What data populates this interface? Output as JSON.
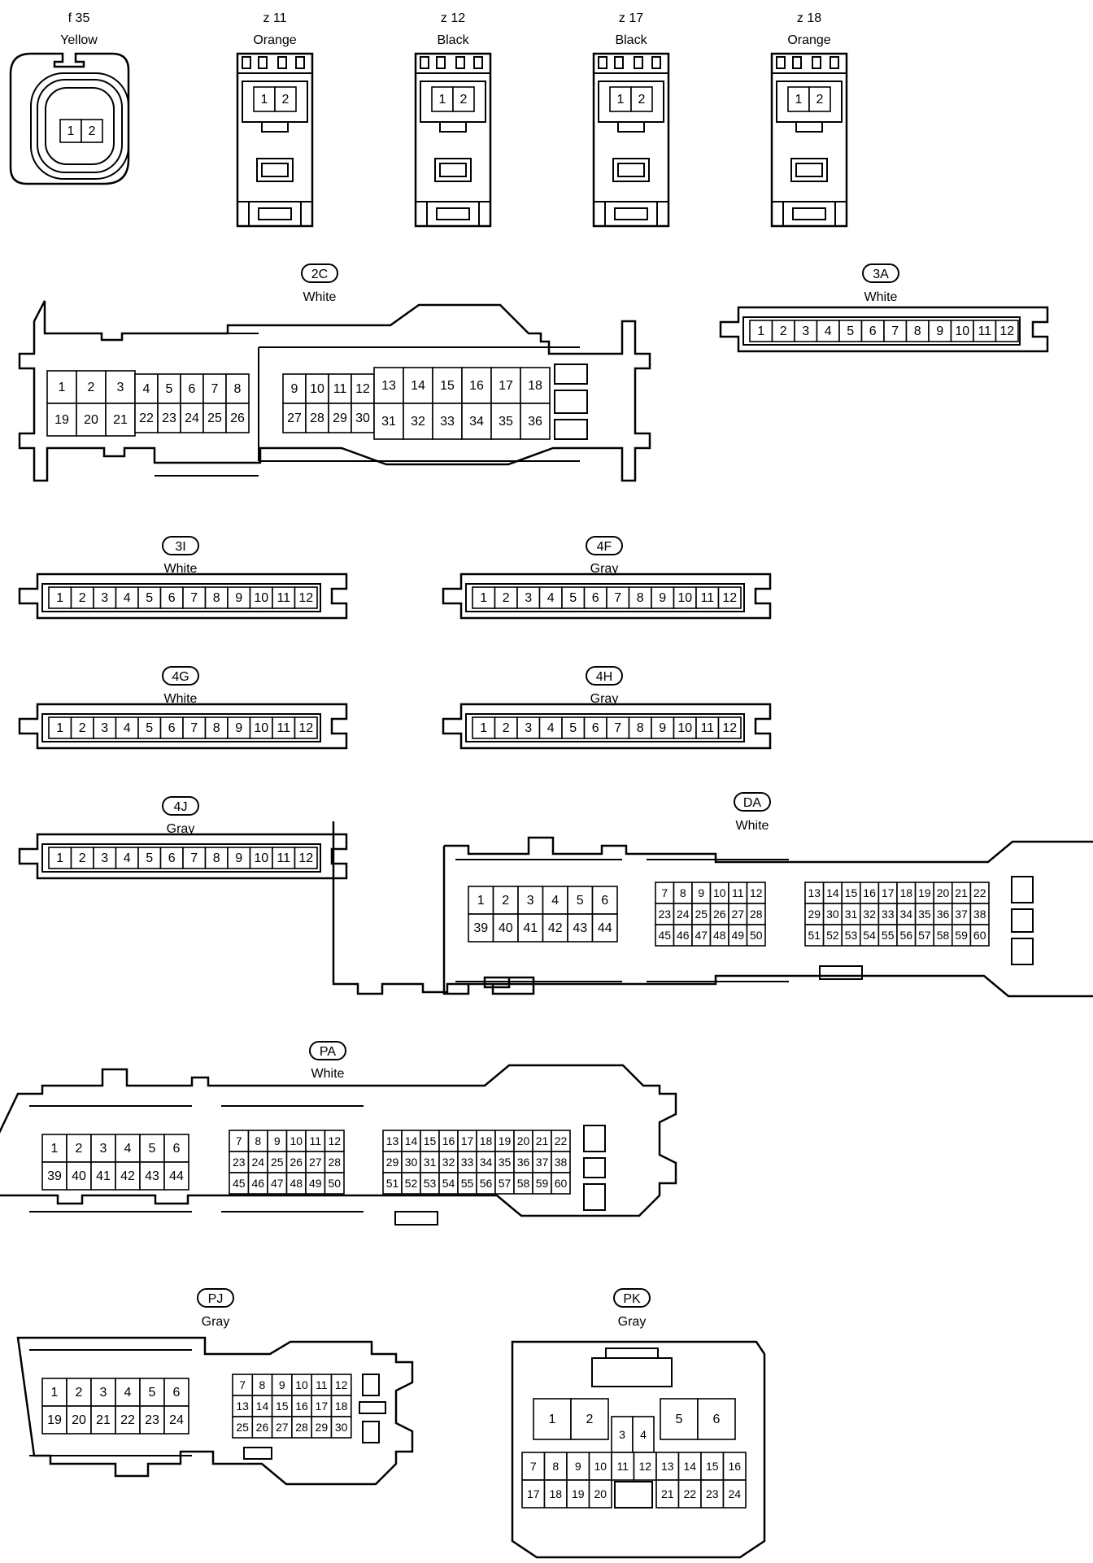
{
  "connectors": [
    {
      "code": "f 35",
      "color": "Yellow"
    },
    {
      "code": "z 11",
      "color": "Orange"
    },
    {
      "code": "z 12",
      "color": "Black"
    },
    {
      "code": "z 17",
      "color": "Black"
    },
    {
      "code": "z 18",
      "color": "Orange"
    },
    {
      "code": "2C",
      "color": "White"
    },
    {
      "code": "3A",
      "color": "White"
    },
    {
      "code": "3I",
      "color": "White"
    },
    {
      "code": "4F",
      "color": "Gray"
    },
    {
      "code": "4G",
      "color": "White"
    },
    {
      "code": "4H",
      "color": "Gray"
    },
    {
      "code": "4J",
      "color": "Gray"
    },
    {
      "code": "DA",
      "color": "White"
    },
    {
      "code": "PA",
      "color": "White"
    },
    {
      "code": "PJ",
      "color": "Gray"
    },
    {
      "code": "PK",
      "color": "Gray"
    }
  ]
}
